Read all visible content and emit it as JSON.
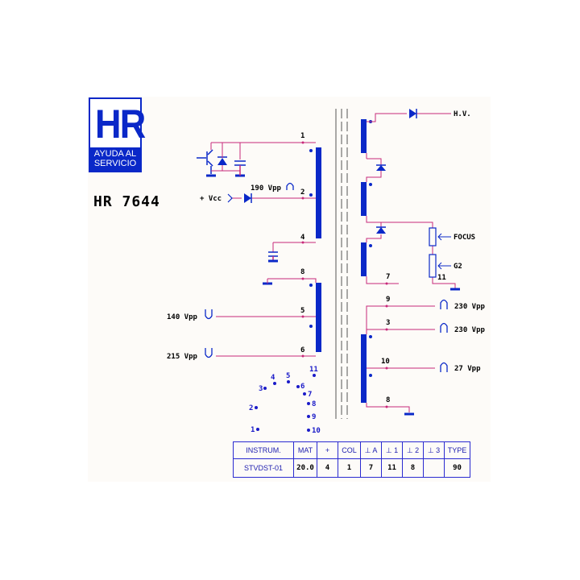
{
  "logo": {
    "mark": "HR",
    "line1": "AYUDA AL",
    "line2": "SERVICIO"
  },
  "model": "HR 7644",
  "labels": {
    "vcc": "+ Vcc",
    "vpp190": "190 Vpp",
    "vpp140": "140 Vpp",
    "vpp215": "215 Vpp",
    "hv": "H.V.",
    "focus": "FOCUS",
    "g2": "G2",
    "vpp230a": "230 Vpp",
    "vpp230b": "230 Vpp",
    "vpp27": "27 Vpp"
  },
  "pins": {
    "p1": "1",
    "p2": "2",
    "p4": "4",
    "p8a": "8",
    "p5": "5",
    "p6": "6",
    "p7": "7",
    "p11": "11",
    "p9": "9",
    "p3": "3",
    "p10": "10",
    "p8b": "8"
  },
  "socket": [
    "1",
    "2",
    "3",
    "4",
    "5",
    "6",
    "7",
    "8",
    "9",
    "10",
    "11"
  ],
  "spec_table": {
    "headers": [
      "INSTRUM.",
      "MAT",
      "+",
      "COL",
      "⊥ A",
      "⊥ 1",
      "⊥ 2",
      "⊥ 3",
      "TYPE"
    ],
    "values": [
      "STVDST-01",
      "20.0",
      "4",
      "1",
      "7",
      "11",
      "8",
      "",
      "90"
    ]
  },
  "colors": {
    "wire": "#c8287a",
    "winding": "#0a28c8",
    "text": "#000000"
  }
}
